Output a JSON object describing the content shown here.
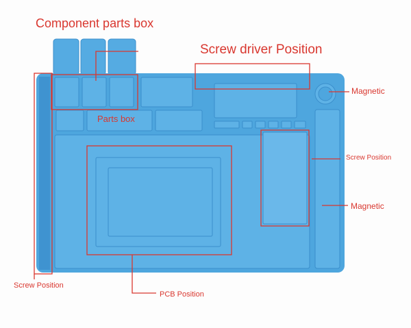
{
  "labels": {
    "component_parts_box": "Component parts box",
    "screw_driver_position": "Screw driver Position",
    "magnetic_top": "Magnetic",
    "parts_box": "Parts box",
    "screw_position_right": "Screw Position",
    "magnetic_right": "Magnetic",
    "screw_position_left": "Screw Position",
    "pcb_position": "PCB Position"
  },
  "colors": {
    "mat": "#4ea6de",
    "mat_dark": "#3b8fcc",
    "annotation": "#d9372f"
  }
}
